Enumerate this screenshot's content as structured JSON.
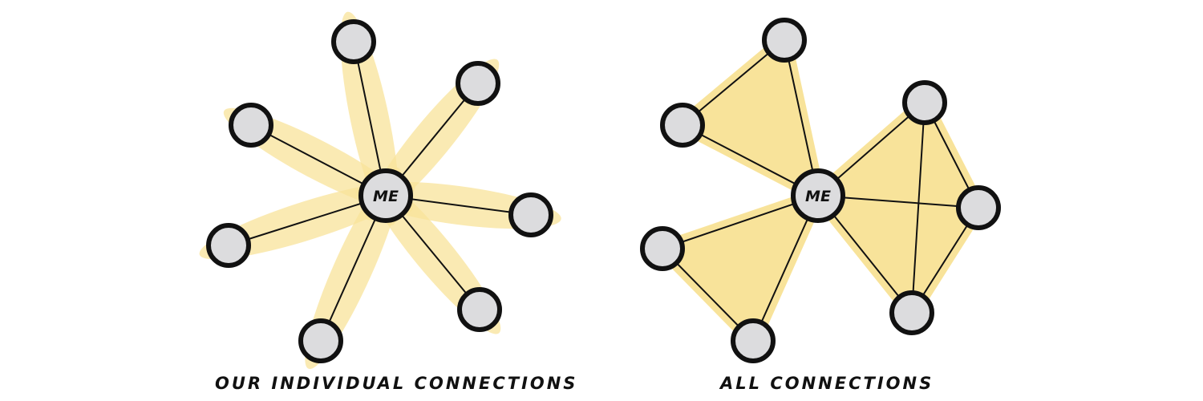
{
  "colors": {
    "highlight": "#f8e39a",
    "node_fill": "#dcdcde",
    "stroke": "#111111"
  },
  "center_label": "ME",
  "diagrams": [
    {
      "caption": "OUR INDIVIDUAL CONNECTIONS"
    },
    {
      "caption": "ALL CONNECTIONS"
    }
  ]
}
